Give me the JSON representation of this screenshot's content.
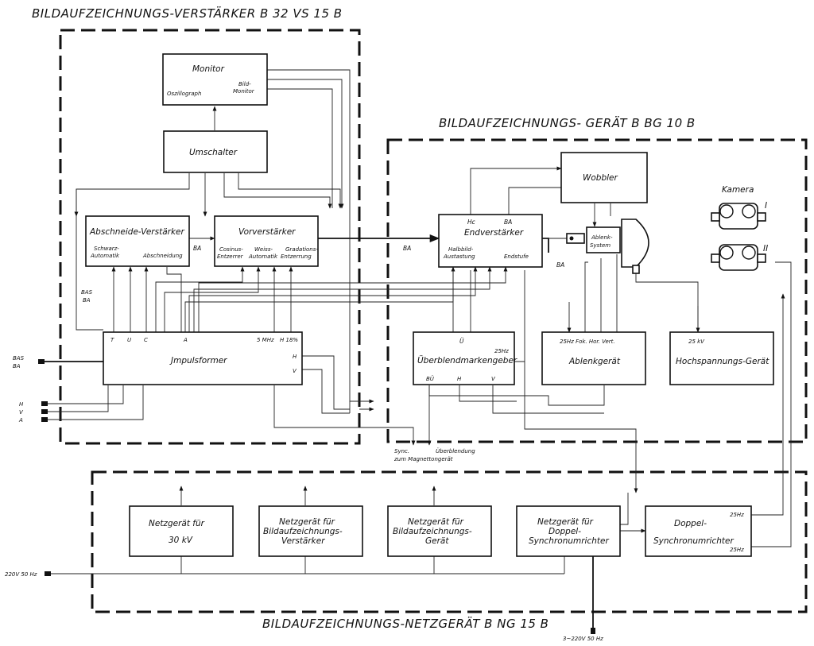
{
  "groups": {
    "verstaerker": "BILDAUFZEICHNUNGS-VERSTÄRKER   B 32 VS 15 B",
    "geraet": "BILDAUFZEICHNUNGS- GERÄT    B BG 10 B",
    "netzgeraet": "BILDAUFZEICHNUNGS-NETZGERÄT  B NG 15 B"
  },
  "blocks": {
    "monitor": {
      "title": "Monitor",
      "left": "Oszillograph",
      "right1": "Bild-",
      "right2": "Monitor"
    },
    "umschalter": "Umschalter",
    "abschneide": {
      "title": "Abschneide-Verstärker",
      "l1": "Schwarz-",
      "l2": "Automatik",
      "r": "Abschneidung"
    },
    "vorverstaerker": {
      "title": "Vorverstärker",
      "a1": "Cosinus-",
      "a2": "Entzerrer",
      "b1": "Weiss-",
      "b2": "Automatik",
      "c1": "Gradations-",
      "c2": "Entzerrung"
    },
    "impulsformer": {
      "title": "Jmpulsformer",
      "t": "T",
      "u": "U",
      "c": "C",
      "a": "A",
      "mhz": "5 MHz",
      "h18": "H 18%",
      "h": "H",
      "v": "V"
    },
    "wobbler": "Wobbler",
    "endverstaerker": {
      "title": "Endverstärker",
      "hc": "Hc",
      "ba": "BA",
      "l1": "Halbbild-",
      "l2": "Austastung",
      "r": "Endstufe"
    },
    "ablenksystem": {
      "l1": "Ablenk-",
      "l2": "System"
    },
    "kamera": {
      "title": "Kamera",
      "i": "I",
      "ii": "II"
    },
    "ueberblend": {
      "title": "Überblendmarkengeber",
      "u": "Ü",
      "hz": "25Hz",
      "bu": "BÜ",
      "h": "H",
      "v": "V"
    },
    "ablenkgeraet": {
      "title": "Ablenkgerät",
      "labels": "25Hz  Fok.  Hor.   Vert."
    },
    "hochspannung": {
      "title": "Hochspannungs-Gerät",
      "kv": "25 kV"
    },
    "ng30": {
      "l1": "Netzgerät für",
      "l2": "30 kV"
    },
    "ngbv": {
      "l1": "Netzgerät für",
      "l2": "Bildaufzeichnungs-",
      "l3": "Verstärker"
    },
    "ngbg": {
      "l1": "Netzgerät für",
      "l2": "Bildaufzeichnungs-",
      "l3": "Gerät"
    },
    "ngds": {
      "l1": "Netzgerät für",
      "l2": "Doppel-",
      "l3": "Synchronumrichter"
    },
    "doppel": {
      "l1": "Doppel-",
      "l2": "Synchronumrichter",
      "hz1": "25Hz",
      "hz2": "25Hz"
    }
  },
  "signals": {
    "ba1": "BA",
    "ba2": "BA",
    "ba3": "BA",
    "bas": "BAS",
    "ba_v": "BA",
    "in_bas": "BAS",
    "in_ba": "BA",
    "in_h": "H",
    "in_v": "V",
    "in_a": "A",
    "sync1": "Sync.",
    "sync2": "zum Magnettongerät",
    "ueberblendung": "Überblendung",
    "mains1": "220V 50 Hz",
    "mains3": "3~220V 50 Hz"
  }
}
